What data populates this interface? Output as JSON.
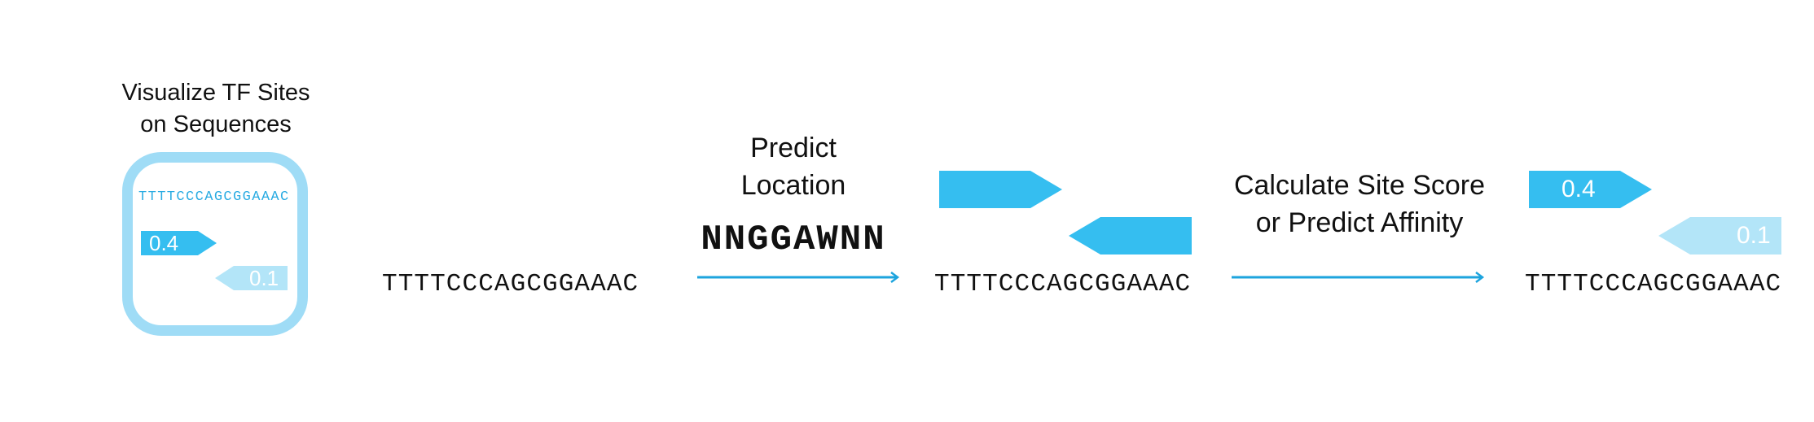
{
  "legend_panel": {
    "title_line1": "Visualize TF Sites",
    "title_line2": "on Sequences",
    "sequence": "TTTTCCCAGCGGAAAC",
    "forward_site_score": "0.4",
    "reverse_site_score": "0.1"
  },
  "input_sequence": "TTTTCCCAGCGGAAAC",
  "step1": {
    "line1": "Predict",
    "line2": "Location",
    "motif": "NNGGAWNN"
  },
  "predicted_sequence": "TTTTCCCAGCGGAAAC",
  "step2": {
    "line1": "Calculate Site Score",
    "line2": "or Predict Affinity"
  },
  "scored_sequence": "TTTTCCCAGCGGAAAC",
  "scores": {
    "forward": "0.4",
    "reverse": "0.1"
  },
  "colors": {
    "strong_site": "#35bef0",
    "weak_site": "#b3e5f8",
    "panel_border": "#9fdcf6",
    "arrow": "#1da4de",
    "panel_sequence": "#29abe2"
  }
}
